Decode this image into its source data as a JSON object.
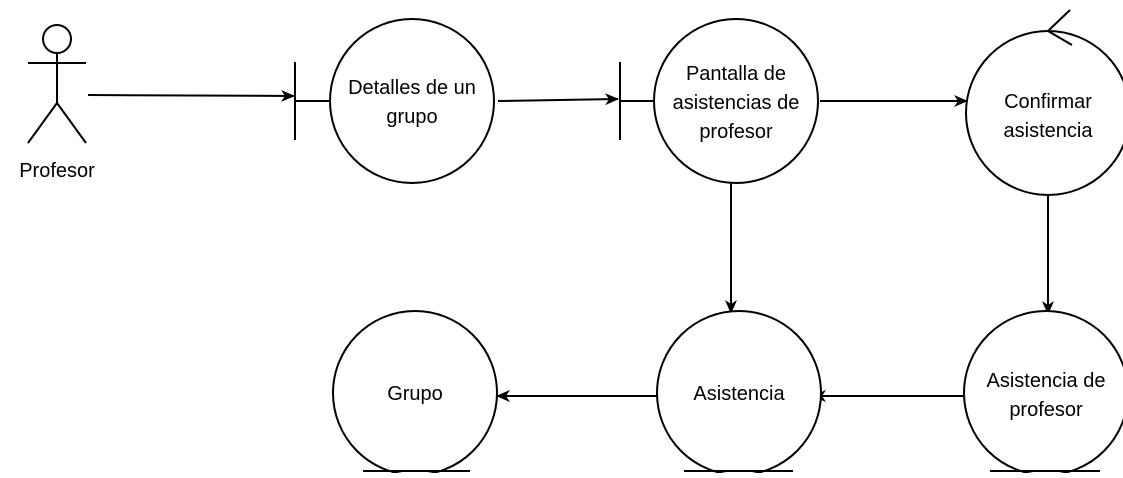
{
  "diagram": {
    "actor": {
      "label": "Profesor"
    },
    "boundaries": [
      {
        "id": "detalles",
        "lines": [
          "Detalles de un",
          "grupo"
        ]
      },
      {
        "id": "pantalla",
        "lines": [
          "Pantalla de",
          "asistencias de",
          "profesor"
        ]
      }
    ],
    "controls": [
      {
        "id": "confirmar",
        "lines": [
          "Confirmar",
          "asistencia"
        ]
      }
    ],
    "entities": [
      {
        "id": "grupo",
        "lines": [
          "Grupo"
        ]
      },
      {
        "id": "asistencia",
        "lines": [
          "Asistencia"
        ]
      },
      {
        "id": "asistencia_profesor",
        "lines": [
          "Asistencia de",
          "profesor"
        ]
      }
    ],
    "connections": [
      {
        "from": "Profesor",
        "to": "Detalles de un grupo"
      },
      {
        "from": "Detalles de un grupo",
        "to": "Pantalla de asistencias de profesor"
      },
      {
        "from": "Pantalla de asistencias de profesor",
        "to": "Confirmar asistencia"
      },
      {
        "from": "Pantalla de asistencias de profesor",
        "to": "Asistencia"
      },
      {
        "from": "Confirmar asistencia",
        "to": "Asistencia de profesor"
      },
      {
        "from": "Asistencia de profesor",
        "to": "Asistencia"
      },
      {
        "from": "Asistencia",
        "to": "Grupo"
      }
    ]
  }
}
